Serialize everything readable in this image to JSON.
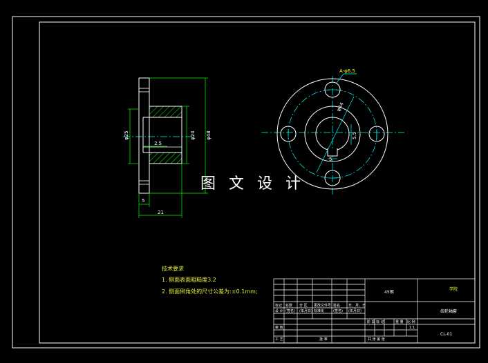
{
  "watermark": "图 文 设 计",
  "colors": {
    "background": "#000000",
    "outline": "#ffffff",
    "part": "#ffffff",
    "dimension": "#00ff00",
    "centerline": "#00ffff",
    "notes": "#e8f03a",
    "leader": "#ffff00"
  },
  "side_view": {
    "dims": {
      "d_left": "φ25",
      "d_mid": "φ24",
      "d_outer": "φ48",
      "len_inner": "2.5",
      "len_flange": "5",
      "len_total": "21"
    }
  },
  "front_view": {
    "hole_callout": "A-φ6.5",
    "pcd": "φ44",
    "keyway_depth": "5.5",
    "keyway_width": "5"
  },
  "notes": {
    "title": "技术要求",
    "items": [
      "1. 侧面表面粗糙度3.2",
      "2. 侧面倒角处的尺寸公差为:±0.1mm;"
    ]
  },
  "title_block": {
    "material": "45钢",
    "unit": "学院",
    "drawing_title": "齿轮轴套",
    "drawing_number": "CL-01",
    "scale": "1:1",
    "row_headers": [
      "标记",
      "处数",
      "分 区",
      "更改文件号",
      "签名",
      "年、月、日"
    ],
    "row2": [
      "设 计",
      "(签名)",
      "(年月日)",
      "标准化",
      "(签名)",
      "(年月日)"
    ],
    "stage_headers": [
      "阶 段 标 记",
      "重 量",
      "比 例"
    ],
    "review": "审 核",
    "craft": "工 艺",
    "approve": "批 准",
    "sheets": "共 张 第 张"
  }
}
